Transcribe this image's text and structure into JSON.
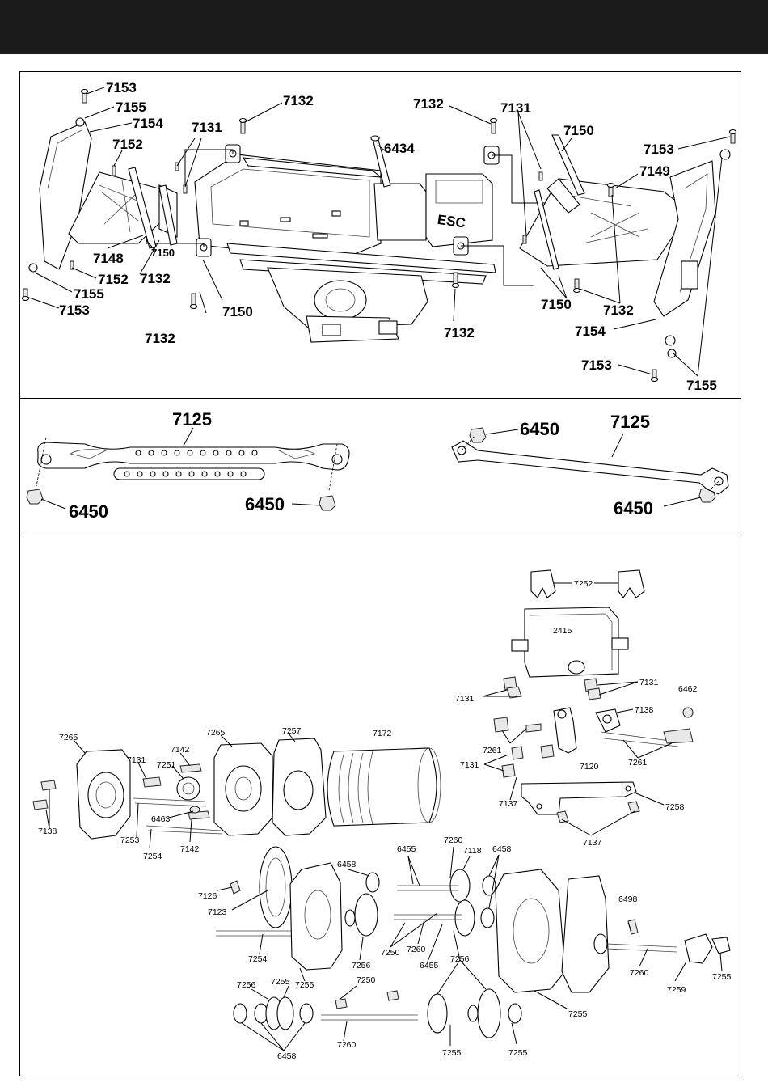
{
  "colors": {
    "header_bar": "#1b1b1b",
    "line": "#000000",
    "background": "#ffffff"
  },
  "chassis_callouts": [
    {
      "id": "c1",
      "text": "7153"
    },
    {
      "id": "c2",
      "text": "7155"
    },
    {
      "id": "c3",
      "text": "7154"
    },
    {
      "id": "c4",
      "text": "7152"
    },
    {
      "id": "c5",
      "text": "7131"
    },
    {
      "id": "c6",
      "text": "7132"
    },
    {
      "id": "c7",
      "text": "6434"
    },
    {
      "id": "c8",
      "text": "7132"
    },
    {
      "id": "c9",
      "text": "7131"
    },
    {
      "id": "c10",
      "text": "7150"
    },
    {
      "id": "c11",
      "text": "7153"
    },
    {
      "id": "c12",
      "text": "7149"
    },
    {
      "id": "c13",
      "text": "7148"
    },
    {
      "id": "c14",
      "text": "7150"
    },
    {
      "id": "c15",
      "text": "7152"
    },
    {
      "id": "c16",
      "text": "7132"
    },
    {
      "id": "c17",
      "text": "7155"
    },
    {
      "id": "c18",
      "text": "7153"
    },
    {
      "id": "c19",
      "text": "7132"
    },
    {
      "id": "c20",
      "text": "7150"
    },
    {
      "id": "c21",
      "text": "7132"
    },
    {
      "id": "c22",
      "text": "7150"
    },
    {
      "id": "c23",
      "text": "7132"
    },
    {
      "id": "c24",
      "text": "7154"
    },
    {
      "id": "c25",
      "text": "7153"
    },
    {
      "id": "c26",
      "text": "7155"
    }
  ],
  "chassis_decal": "ESC",
  "link_callouts": [
    {
      "id": "l1",
      "text": "7125"
    },
    {
      "id": "l2",
      "text": "6450"
    },
    {
      "id": "l3",
      "text": "6450"
    },
    {
      "id": "l4",
      "text": "6450"
    },
    {
      "id": "l5",
      "text": "7125"
    },
    {
      "id": "l6",
      "text": "6450"
    }
  ],
  "transmission_callouts": [
    {
      "id": "t1",
      "text": "7252"
    },
    {
      "id": "t2",
      "text": "2415"
    },
    {
      "id": "t3",
      "text": "7131"
    },
    {
      "id": "t4",
      "text": "7131"
    },
    {
      "id": "t5",
      "text": "6462"
    },
    {
      "id": "t6",
      "text": "7138"
    },
    {
      "id": "t7",
      "text": "7261"
    },
    {
      "id": "t8",
      "text": "7120"
    },
    {
      "id": "t9",
      "text": "7261"
    },
    {
      "id": "t10",
      "text": "7131"
    },
    {
      "id": "t11",
      "text": "7137"
    },
    {
      "id": "t12",
      "text": "7258"
    },
    {
      "id": "t13",
      "text": "7137"
    },
    {
      "id": "t14",
      "text": "7265"
    },
    {
      "id": "t15",
      "text": "7131"
    },
    {
      "id": "t16",
      "text": "7142"
    },
    {
      "id": "t17",
      "text": "7251"
    },
    {
      "id": "t18",
      "text": "7265"
    },
    {
      "id": "t19",
      "text": "7257"
    },
    {
      "id": "t20",
      "text": "7172"
    },
    {
      "id": "t21",
      "text": "7138"
    },
    {
      "id": "t22",
      "text": "6463"
    },
    {
      "id": "t23",
      "text": "7253"
    },
    {
      "id": "t24",
      "text": "7254"
    },
    {
      "id": "t25",
      "text": "7142"
    },
    {
      "id": "t26",
      "text": "6455"
    },
    {
      "id": "t27",
      "text": "7260"
    },
    {
      "id": "t28",
      "text": "7118"
    },
    {
      "id": "t29",
      "text": "6458"
    },
    {
      "id": "t30",
      "text": "6458"
    },
    {
      "id": "t31",
      "text": "7126"
    },
    {
      "id": "t32",
      "text": "7123"
    },
    {
      "id": "t33",
      "text": "6498"
    },
    {
      "id": "t34",
      "text": "7254"
    },
    {
      "id": "t35",
      "text": "7256"
    },
    {
      "id": "t36",
      "text": "7250"
    },
    {
      "id": "t37",
      "text": "7260"
    },
    {
      "id": "t38",
      "text": "6455"
    },
    {
      "id": "t39",
      "text": "7256"
    },
    {
      "id": "t40",
      "text": "7260"
    },
    {
      "id": "t41",
      "text": "7259"
    },
    {
      "id": "t42",
      "text": "7255"
    },
    {
      "id": "t43",
      "text": "7255"
    },
    {
      "id": "t44",
      "text": "7256"
    },
    {
      "id": "t45",
      "text": "7255"
    },
    {
      "id": "t46",
      "text": "7250"
    },
    {
      "id": "t47",
      "text": "7255"
    },
    {
      "id": "t48",
      "text": "6458"
    },
    {
      "id": "t49",
      "text": "7260"
    },
    {
      "id": "t50",
      "text": "7255"
    },
    {
      "id": "t51",
      "text": "7255"
    }
  ]
}
